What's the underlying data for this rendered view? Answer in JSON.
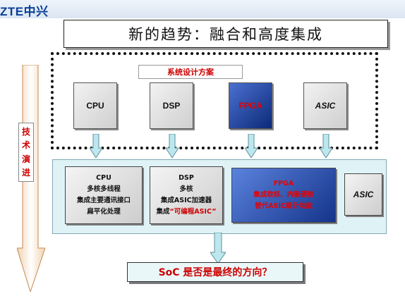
{
  "header": {
    "logo": "ZTE中兴"
  },
  "title": "新的趋势：融合和高度集成",
  "side_label": [
    "技",
    "术",
    "演",
    "进"
  ],
  "system_box": {
    "title": "系统设计方案",
    "chips": [
      "CPU",
      "DSP",
      "FPGA",
      "ASIC"
    ]
  },
  "lower": {
    "cpu": {
      "title": "CPU",
      "lines": [
        "多核多线程",
        "集成主要通讯接口",
        "扁平化处理"
      ]
    },
    "dsp": {
      "title": "DSP",
      "lines": [
        "多核",
        "集成ASIC加速器"
      ],
      "last_prefix": "集成",
      "last_highlight": "“可编程ASIC”"
    },
    "fpga": {
      "title": "FPGA",
      "lines": [
        "集成软核、内嵌硬核",
        "替代ASIC部分功能"
      ]
    },
    "asic": {
      "title": "ASIC"
    }
  },
  "bottom": "SoC 是否是最终的方向？",
  "colors": {
    "accent_red": "#cc0000",
    "logo_blue": "#0a3f95",
    "fpga_blue": "#15348a",
    "panel_cyan": "#dff3f6"
  }
}
